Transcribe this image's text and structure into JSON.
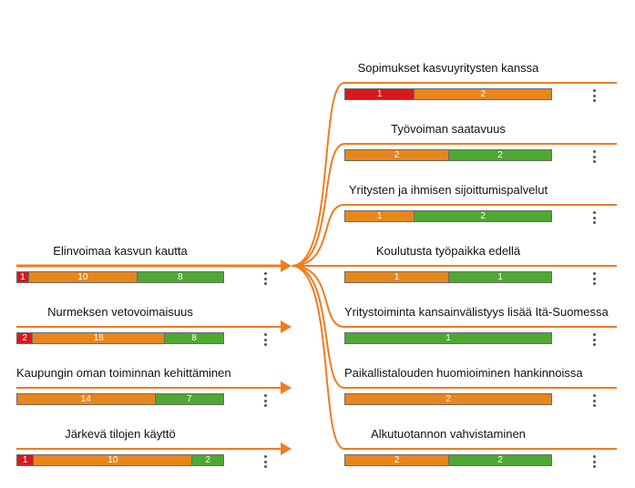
{
  "colors": {
    "red": "#d7191c",
    "orange": "#e8861c",
    "green": "#4fa832",
    "connector": "#f07c1d"
  },
  "icons": {
    "menu": "kebab-menu-icon",
    "arrow": "arrow-head-icon"
  },
  "left_goals": [
    {
      "id": "elinvoimaa",
      "title": "Elinvoimaa kasvun kautta",
      "selected": true,
      "counts": [
        {
          "status": "red",
          "value": 1
        },
        {
          "status": "orange",
          "value": 10
        },
        {
          "status": "green",
          "value": 8
        }
      ]
    },
    {
      "id": "nurmeksen",
      "title": "Nurmeksen vetovoimaisuus",
      "selected": false,
      "counts": [
        {
          "status": "red",
          "value": 2
        },
        {
          "status": "orange",
          "value": 18
        },
        {
          "status": "green",
          "value": 8
        }
      ]
    },
    {
      "id": "kaupungin",
      "title": "Kaupungin oman toiminnan kehittäminen",
      "selected": false,
      "counts": [
        {
          "status": "orange",
          "value": 14
        },
        {
          "status": "green",
          "value": 7
        }
      ]
    },
    {
      "id": "jarkeva",
      "title": "Järkevä tilojen käyttö",
      "selected": false,
      "counts": [
        {
          "status": "red",
          "value": 1
        },
        {
          "status": "orange",
          "value": 10
        },
        {
          "status": "green",
          "value": 2
        }
      ]
    }
  ],
  "right_goals": [
    {
      "id": "sopimukset",
      "title": "Sopimukset kasvuyritysten kanssa",
      "counts": [
        {
          "status": "red",
          "value": 1
        },
        {
          "status": "orange",
          "value": 2
        }
      ]
    },
    {
      "id": "tyovoiman",
      "title": "Työvoiman saatavuus",
      "counts": [
        {
          "status": "orange",
          "value": 2
        },
        {
          "status": "green",
          "value": 2
        }
      ]
    },
    {
      "id": "yritysten",
      "title": "Yritysten ja ihmisen sijoittumispalvelut",
      "counts": [
        {
          "status": "orange",
          "value": 1
        },
        {
          "status": "green",
          "value": 2
        }
      ]
    },
    {
      "id": "koulutusta",
      "title": "Koulutusta työpaikka edellä",
      "counts": [
        {
          "status": "orange",
          "value": 1
        },
        {
          "status": "green",
          "value": 1
        }
      ]
    },
    {
      "id": "yritystoiminta",
      "title": "Yritystoiminta kansainvälistyys lisää Itä-Suomessa",
      "counts": [
        {
          "status": "green",
          "value": 1
        }
      ]
    },
    {
      "id": "paikallistalouden",
      "title": "Paikallistalouden huomioiminen hankinnoissa",
      "counts": [
        {
          "status": "orange",
          "value": 2
        }
      ]
    },
    {
      "id": "alkutuotannon",
      "title": "Alkutuotannon vahvistaminen",
      "counts": [
        {
          "status": "orange",
          "value": 2
        },
        {
          "status": "green",
          "value": 2
        }
      ]
    }
  ]
}
